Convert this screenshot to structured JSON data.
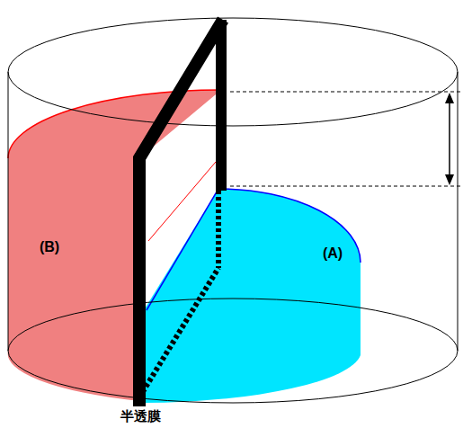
{
  "diagram": {
    "labels": [
      "(B)",
      "(A)",
      "半透膜"
    ]
  }
}
